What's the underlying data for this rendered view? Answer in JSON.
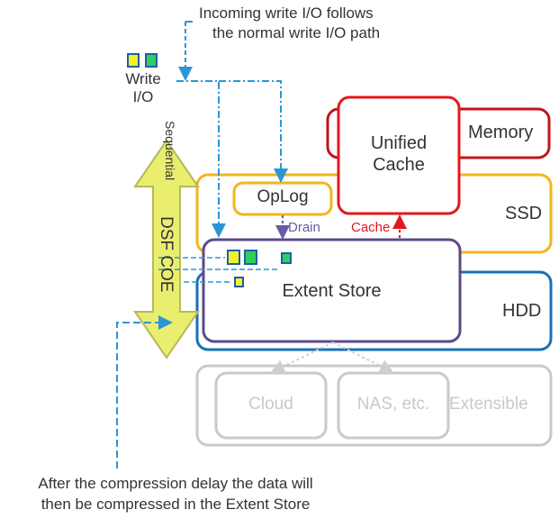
{
  "annotations": {
    "incoming": [
      "Incoming write I/O follows",
      "the normal write I/O path"
    ],
    "compression": [
      "After the compression delay the data will",
      "then be compressed in the Extent Store"
    ]
  },
  "write_io": {
    "label_line1": "Write",
    "label_line2": "I/O"
  },
  "sequential_label": "Sequential",
  "dsf_label": "DSF COE",
  "tiers": {
    "memory": "Memory",
    "ssd": "SSD",
    "hdd": "HDD",
    "extensible": "Extensible"
  },
  "boxes": {
    "unified_cache": [
      "Unified",
      "Cache"
    ],
    "oplog": "OpLog",
    "extent_store": "Extent Store",
    "cloud": "Cloud",
    "nas": "NAS, etc."
  },
  "arrows": {
    "drain": "Drain",
    "cache": "Cache"
  },
  "colors": {
    "memory": "#c0151b",
    "ssd": "#f3b61a",
    "hdd": "#1a6fb5",
    "extent_store": "#5b4a8a",
    "extensible": "#c9c9c9",
    "dsf_fill": "#e9ee6f",
    "dsf_stroke": "#b7b85a",
    "io_dash": "#2b96d6",
    "drain": "#6a5aa8",
    "cache_arrow": "#e0191e",
    "block_yellow": "#f7ef2a",
    "block_green": "#2fcf5c",
    "block_border": "#1c5fa6"
  }
}
